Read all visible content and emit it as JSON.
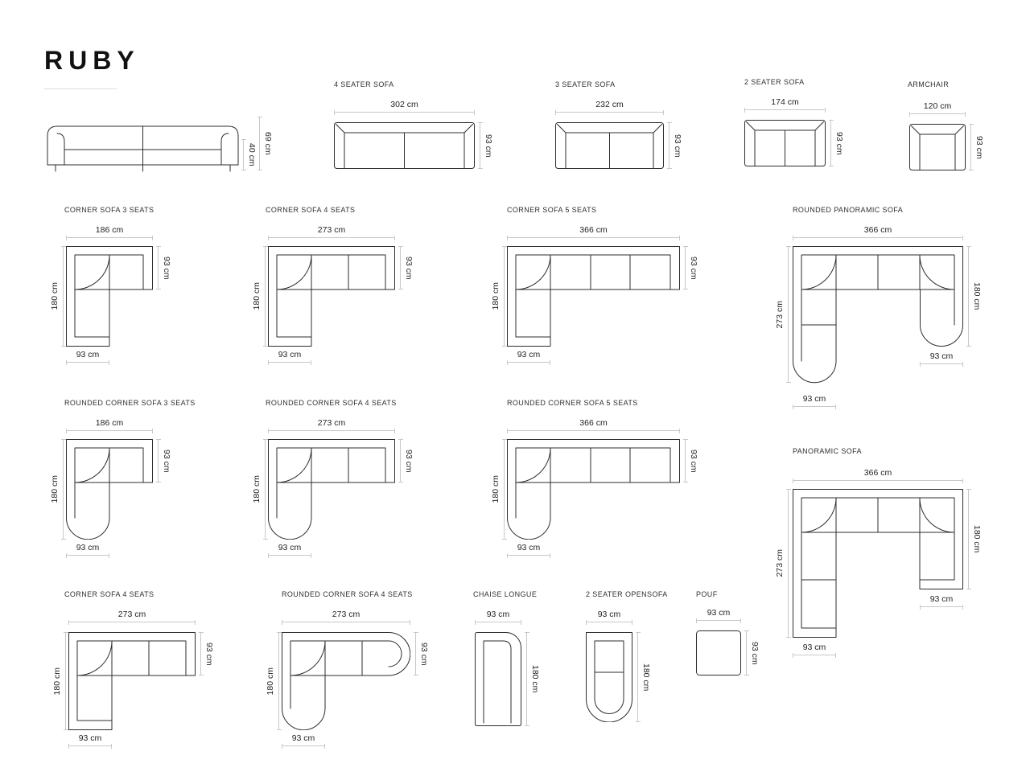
{
  "page": {
    "brand": "RUBY",
    "colors": {
      "line": "#2e2e2e",
      "dim_line": "#c8c8c8",
      "text": "#1a1a1a"
    }
  },
  "figures": {
    "hero": {
      "total_height": "69 cm",
      "seat_height": "40 cm"
    },
    "seater4": {
      "title": "4 SEATER SOFA",
      "width": "302 cm",
      "depth": "93 cm"
    },
    "seater3": {
      "title": "3 SEATER SOFA",
      "width": "232 cm",
      "depth": "93 cm"
    },
    "seater2": {
      "title": "2 SEATER SOFA",
      "width": "174 cm",
      "depth": "93 cm"
    },
    "armchair": {
      "title": "ARMCHAIR",
      "width": "120 cm",
      "depth": "93 cm"
    },
    "corner3": {
      "title": "CORNER SOFA 3 SEATS",
      "width": "186 cm",
      "length": "180 cm",
      "depth": "93 cm",
      "arm_width": "93 cm"
    },
    "corner4": {
      "title": "CORNER SOFA 4 SEATS",
      "width": "273 cm",
      "length": "180 cm",
      "depth": "93 cm",
      "arm_width": "93 cm"
    },
    "corner5": {
      "title": "CORNER SOFA 5 SEATS",
      "width": "366 cm",
      "length": "180 cm",
      "depth": "93 cm",
      "arm_width": "93 cm"
    },
    "rounded_panoramic": {
      "title": "ROUNDED PANORAMIC SOFA",
      "width": "366 cm",
      "left_length": "273 cm",
      "right_length": "180 cm",
      "right_arm_width": "93 cm",
      "left_arm_width": "93 cm"
    },
    "rounded_corner3": {
      "title": "ROUNDED CORNER SOFA 3 SEATS",
      "width": "186 cm",
      "length": "180 cm",
      "depth": "93 cm",
      "arm_width": "93 cm"
    },
    "rounded_corner4": {
      "title": "ROUNDED CORNER SOFA 4 SEATS",
      "width": "273 cm",
      "length": "180 cm",
      "depth": "93 cm",
      "arm_width": "93 cm"
    },
    "rounded_corner5": {
      "title": "ROUNDED CORNER SOFA 5 SEATS",
      "width": "366 cm",
      "length": "180 cm",
      "depth": "93 cm",
      "arm_width": "93 cm"
    },
    "panoramic": {
      "title": "PANORAMIC SOFA",
      "width": "366 cm",
      "left_length": "273 cm",
      "right_length": "180 cm",
      "right_arm_width": "93 cm",
      "left_arm_width": "93 cm"
    },
    "corner4_b": {
      "title": "CORNER SOFA 4 SEATS",
      "width": "273 cm",
      "length": "180 cm",
      "depth": "93 cm",
      "arm_width": "93 cm"
    },
    "rounded_corner4_b": {
      "title": "ROUNDED CORNER SOFA 4 SEATS",
      "width": "273 cm",
      "length": "180 cm",
      "depth": "93 cm",
      "arm_width": "93 cm"
    },
    "chaise": {
      "title": "CHAISE LONGUE",
      "width": "93 cm",
      "length": "180 cm"
    },
    "opensofa": {
      "title": "2 SEATER OPENSOFA",
      "width": "93 cm",
      "length": "180 cm"
    },
    "pouf": {
      "title": "POUF",
      "width": "93 cm",
      "depth": "93 cm"
    }
  }
}
